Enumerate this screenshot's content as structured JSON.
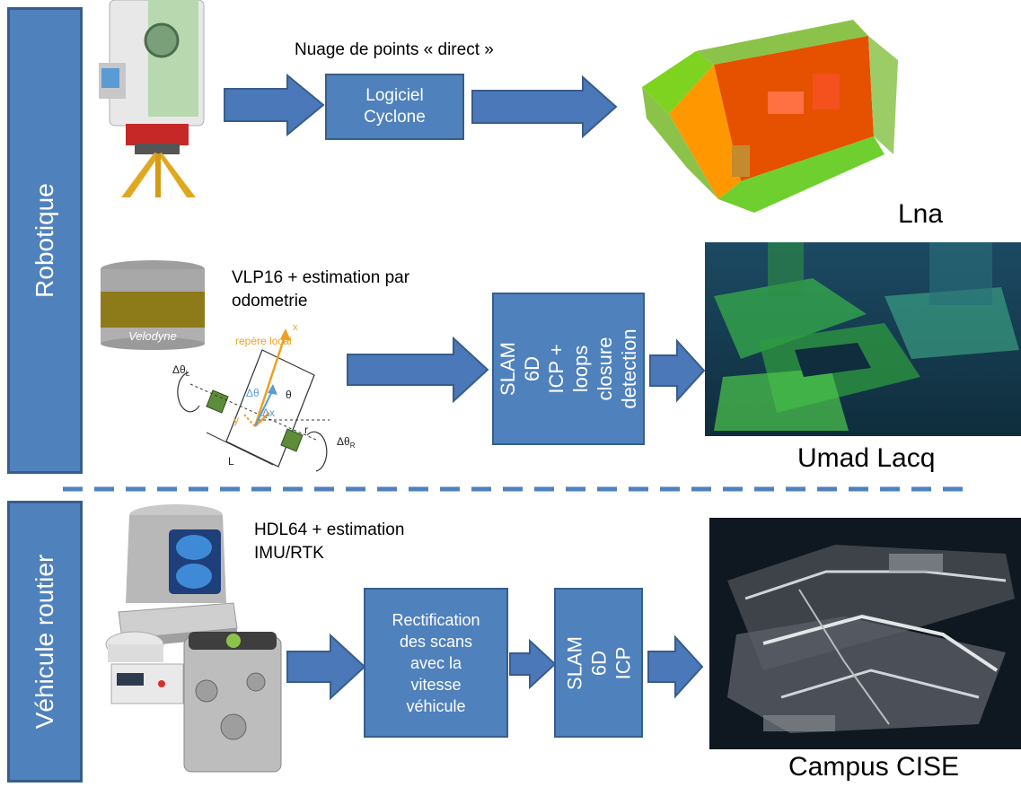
{
  "sections": {
    "top": "Robotique",
    "bottom": "Véhicule routier"
  },
  "row1": {
    "label": "Nuage de points « direct »",
    "box": "Logiciel\nCyclone",
    "caption": "Lna"
  },
  "row2": {
    "label": "VLP16 + estimation par\nodometrie",
    "box": "SLAM 6D\nICP + loops\nclosure\ndetection",
    "caption": "Umad Lacq",
    "brand": "Velodyne",
    "diagram": {
      "repere": "repère local",
      "x": "x",
      "y": "y",
      "theta": "θ",
      "dtheta": "Δθ",
      "dx": "Δx",
      "dthetaL": "Δθ",
      "subL": "L",
      "dthetaR": "Δθ",
      "subR": "R",
      "r": "r",
      "L": "L"
    }
  },
  "row3": {
    "label": "HDL64 + estimation\nIMU/RTK",
    "box1": "Rectification\ndes scans\navec la\nvitesse\nvéhicule",
    "box2": "SLAM 6D\nICP",
    "caption": "Campus CISE"
  },
  "colors": {
    "box_fill": "#4f81bd",
    "box_border": "#385d8a",
    "arrow_fill": "#4a78b8",
    "divider": "#4f81bd"
  }
}
